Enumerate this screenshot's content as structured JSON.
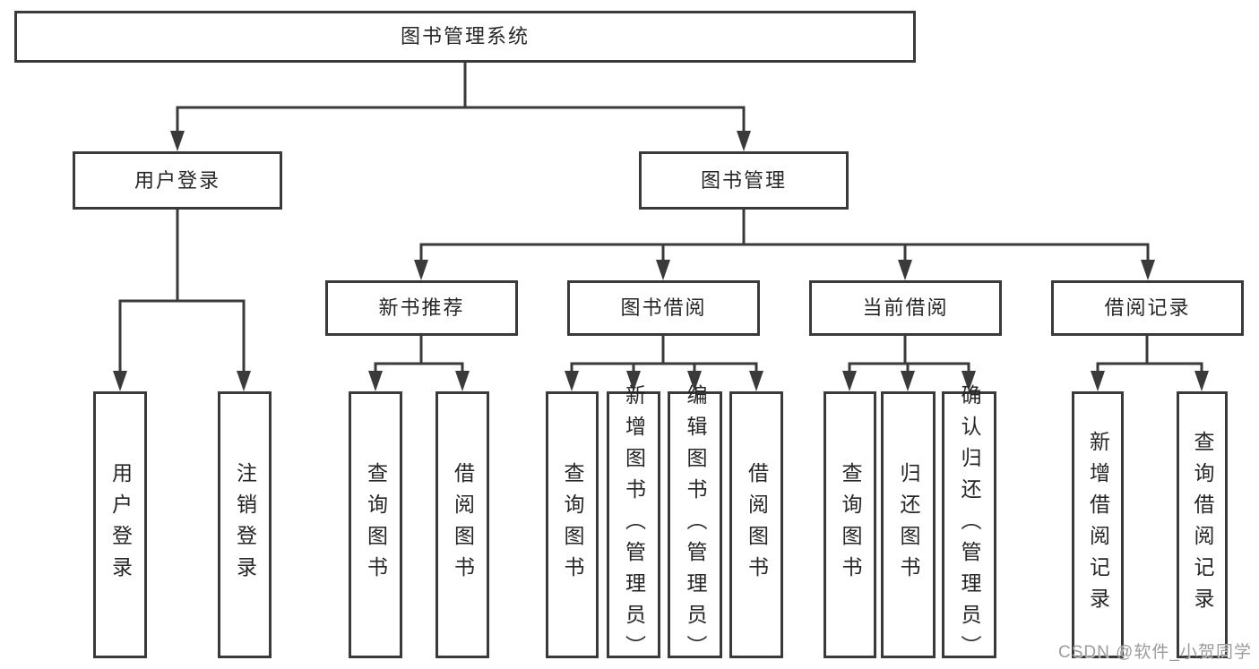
{
  "colors": {
    "line": "#3a3a3a",
    "text": "#262626",
    "background": "#ffffff",
    "watermark": "#9c9c9c"
  },
  "nodes": {
    "root": {
      "label": "图书管理系统"
    },
    "level2": [
      {
        "label": "用户登录"
      },
      {
        "label": "图书管理"
      }
    ],
    "level3": [
      {
        "label": "新书推荐"
      },
      {
        "label": "图书借阅"
      },
      {
        "label": "当前借阅"
      },
      {
        "label": "借阅记录"
      }
    ],
    "leaves_user": [
      {
        "label": "用户登录"
      },
      {
        "label": "注销登录"
      }
    ],
    "leaves_recommend": [
      {
        "label": "查询图书"
      },
      {
        "label": "借阅图书"
      }
    ],
    "leaves_borrow": [
      {
        "label": "查询图书"
      },
      {
        "label": "新增图书（管理员）"
      },
      {
        "label": "编辑图书（管理员）"
      },
      {
        "label": "借阅图书"
      }
    ],
    "leaves_current": [
      {
        "label": "查询图书"
      },
      {
        "label": "归还图书"
      },
      {
        "label": "确认归还（管理员）"
      }
    ],
    "leaves_records": [
      {
        "label": "新增借阅记录"
      },
      {
        "label": "查询借阅记录"
      }
    ]
  },
  "watermark": {
    "text": "CSDN @软件_小贺同学"
  }
}
